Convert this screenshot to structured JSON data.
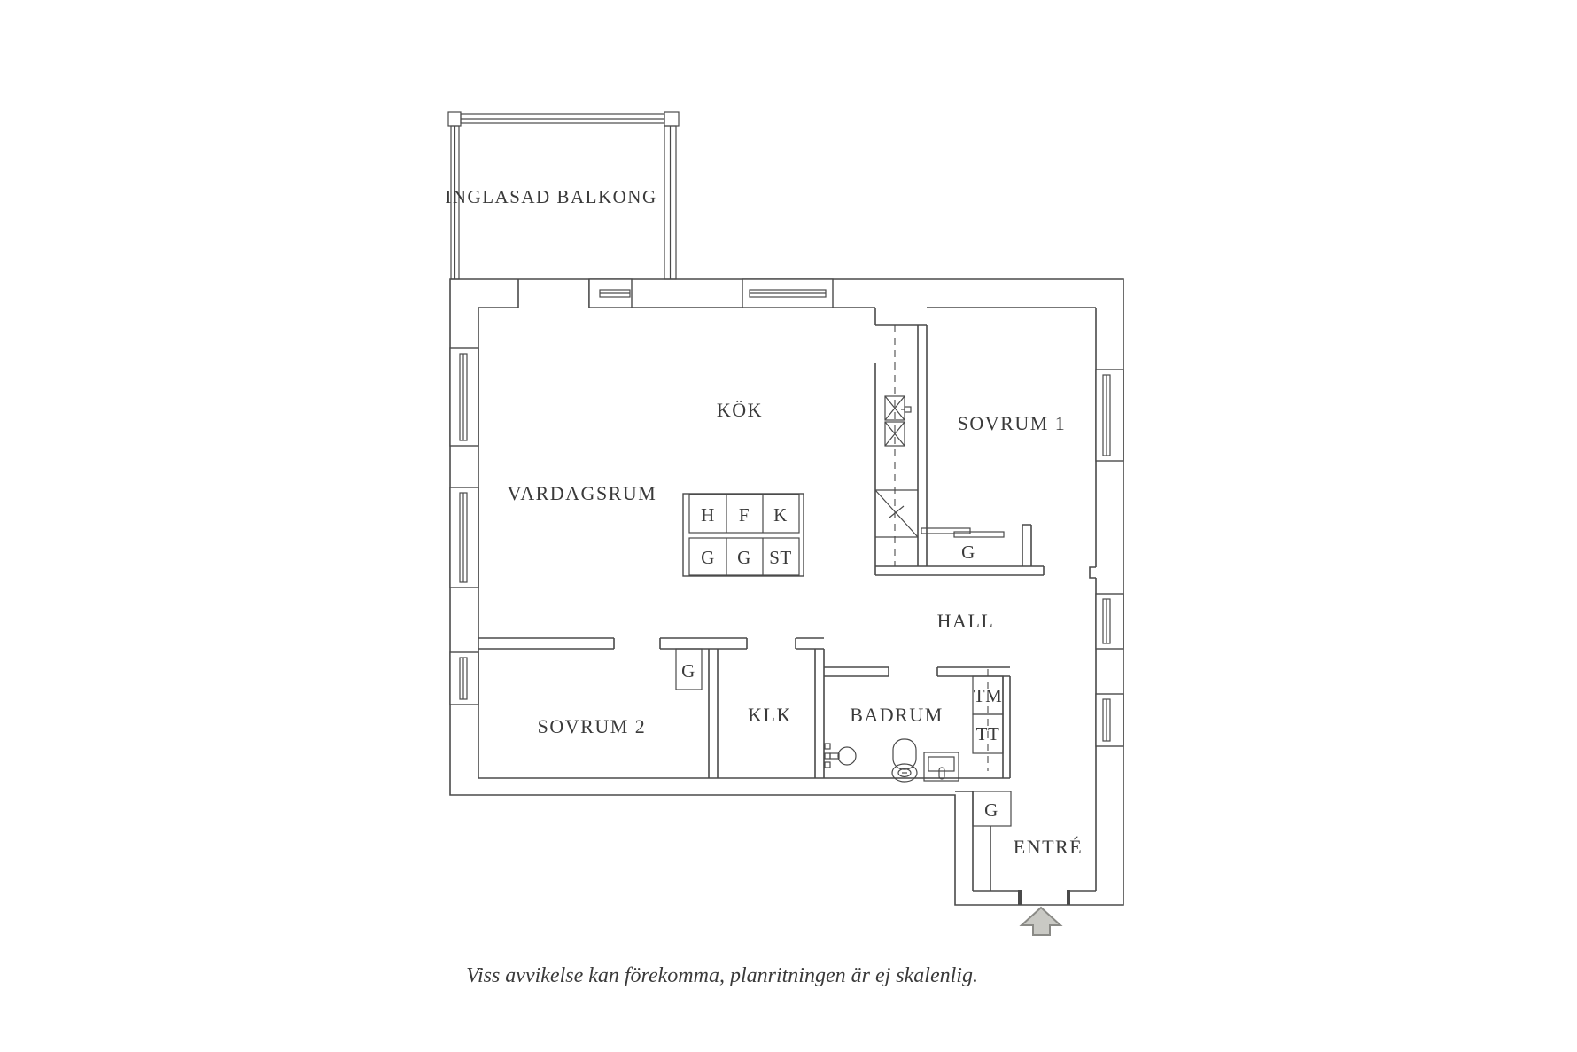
{
  "colors": {
    "line": "#4a4a4a",
    "text": "#3a3a3a",
    "arrow_fill": "#c9c9c4",
    "arrow_stroke": "#8a8a86",
    "background": "#ffffff"
  },
  "labels": {
    "balcony": "INGLASAD BALKONG",
    "kitchen": "KÖK",
    "living_room": "VARDAGSRUM",
    "bedroom1": "SOVRUM 1",
    "bedroom1_closet": "G",
    "hall": "HALL",
    "bedroom2": "SOVRUM 2",
    "bedroom2_closet": "G",
    "walk_in_closet": "KLK",
    "bathroom": "BADRUM",
    "washer": "TM",
    "dryer": "TT",
    "entry_closet": "G",
    "entry": "ENTRÉ"
  },
  "appliance_grid": {
    "row1": [
      "H",
      "F",
      "K"
    ],
    "row2": [
      "G",
      "G",
      "ST"
    ]
  },
  "caption": "Viss avvikelse kan förekomma, planritningen är ej skalenlig."
}
